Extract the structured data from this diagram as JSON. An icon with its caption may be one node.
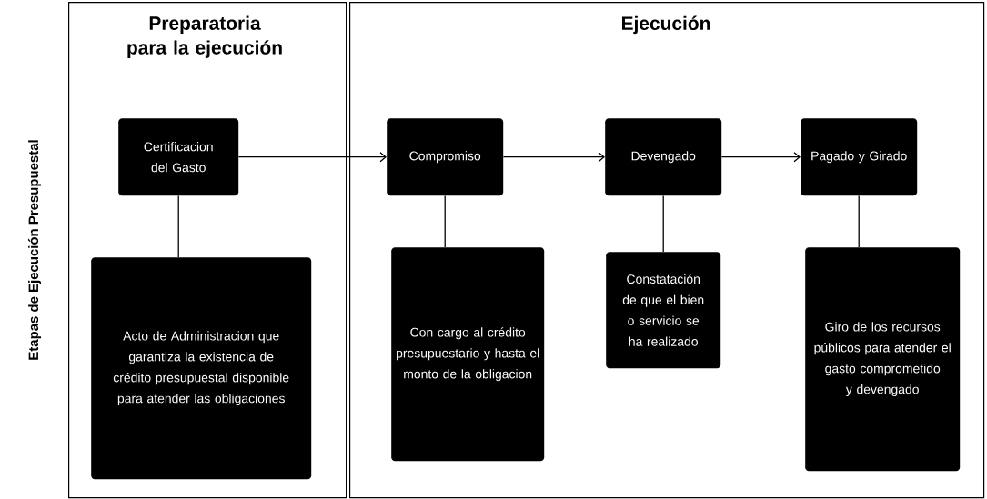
{
  "diagram": {
    "nodes": [
      {
        "text": [
          "Preparatoria para la ejecución"
        ]
      },
      {
        "text": [
          "Ejecución"
        ]
      },
      {
        "text": [
          "Certificacion del Gasto"
        ],
        "in": 0
      },
      {
        "text": [
          "Acto de Administracion que garantiza la existencia de crédito presupuestal disponible para atender las obligaciones"
        ],
        "in": 0
      },
      {
        "text": [
          "Compromiso"
        ],
        "in": 1
      },
      {
        "text": [
          "Con cargo al crédito presupuestario y hasta el monto de la obligacion"
        ],
        "in": 1
      },
      {
        "text": [
          "Devengado"
        ],
        "in": 1
      },
      {
        "text": [
          "Constatación de que el bien o servicio se ha realizado"
        ],
        "in": 1
      },
      {
        "text": [
          "Pagado y Girado"
        ],
        "in": 1
      },
      {
        "text": [
          "Giro de los recursos públicos para atender el gasto comprometido y devengado"
        ],
        "in": 1
      }
    ],
    "edges": [
      {
        "from": 2,
        "to": 4,
        "arrow": "to"
      },
      {
        "from": 4,
        "to": 6,
        "arrow": "to"
      },
      {
        "from": 6,
        "to": 8,
        "arrow": "to"
      },
      {
        "from": 2,
        "to": 3,
        "arrow": "none"
      },
      {
        "from": 4,
        "to": 5,
        "arrow": "none"
      },
      {
        "from": 6,
        "to": 7,
        "arrow": "none"
      },
      {
        "from": 8,
        "to": 9,
        "arrow": "none"
      }
    ],
    "labels": [
      "Etapas de Ejecución Presupuestal"
    ]
  }
}
